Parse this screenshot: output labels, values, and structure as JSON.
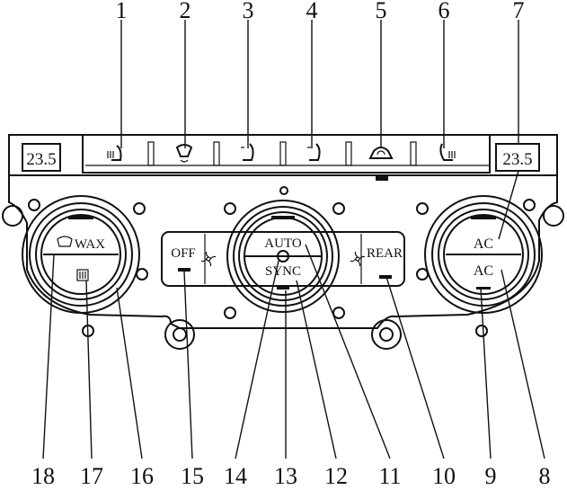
{
  "diagram": {
    "temp_display_left": "23.5",
    "temp_display_right": "23.5",
    "left_knob": {
      "top_label": "WAX"
    },
    "center_knob": {
      "top_label": "AUTO",
      "bottom_label": "SYNC"
    },
    "left_button": "OFF",
    "right_button": "REAR",
    "right_knob": {
      "top_label": "AC",
      "bottom_label": "AC"
    },
    "callouts_top": [
      "1",
      "2",
      "3",
      "4",
      "5",
      "6",
      "7"
    ],
    "callouts_bottom": [
      "18",
      "17",
      "16",
      "15",
      "14",
      "13",
      "12",
      "11",
      "10",
      "9",
      "8"
    ]
  }
}
